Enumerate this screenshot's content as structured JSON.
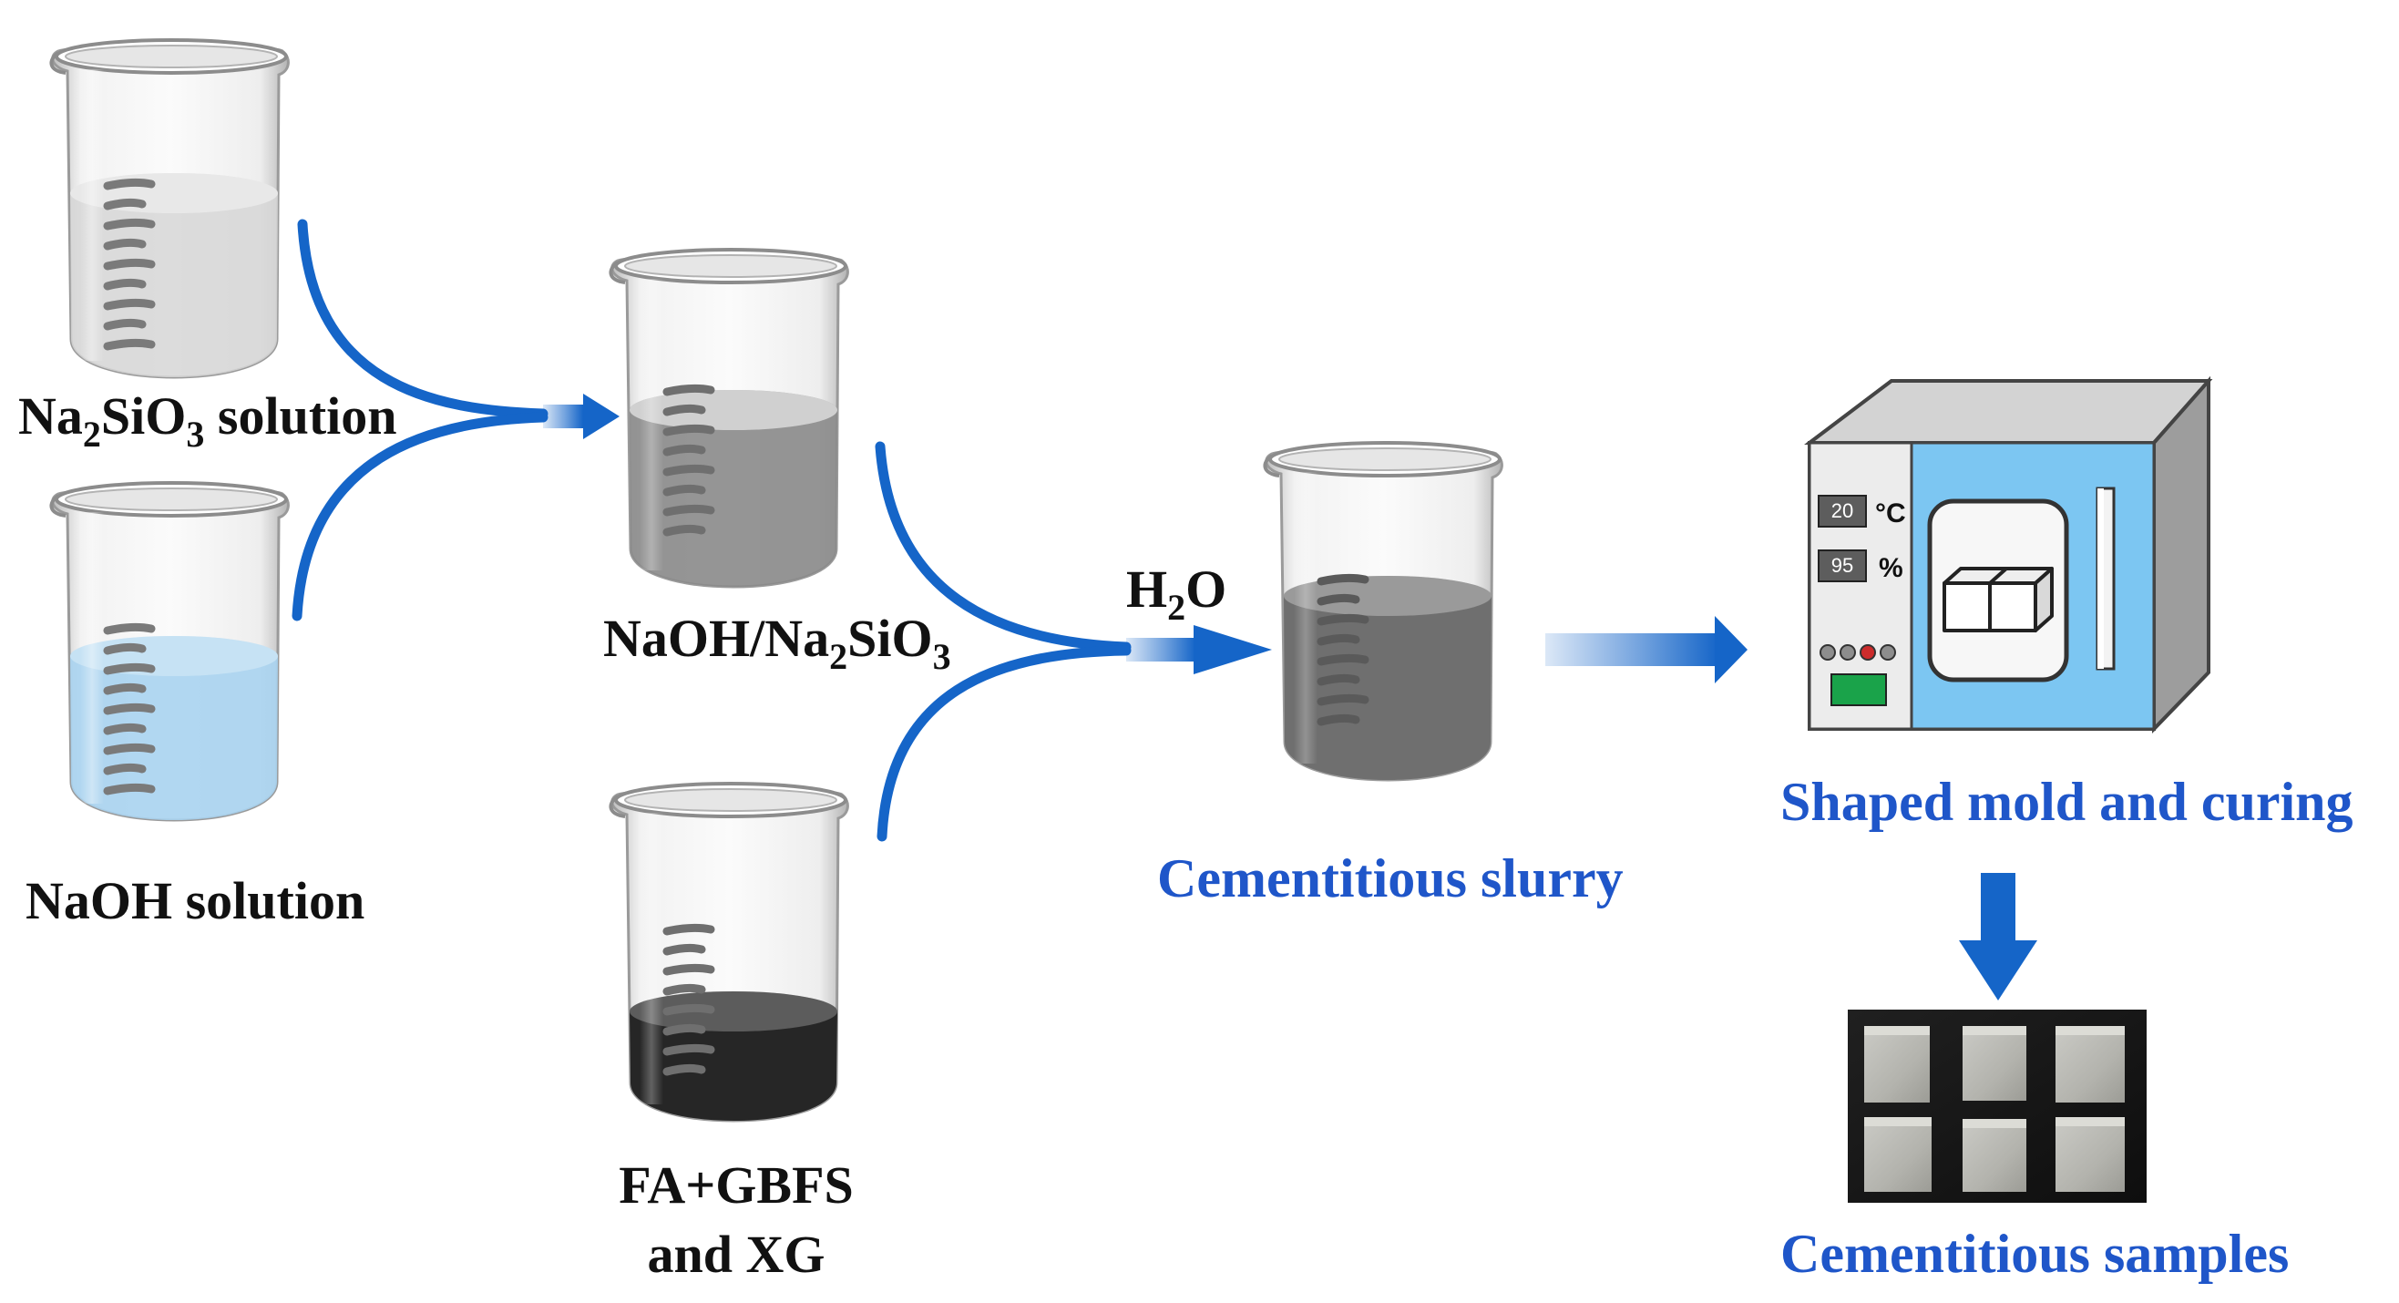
{
  "labels": {
    "na2sio3_pre": "Na",
    "na2sio3_sub1": "2",
    "na2sio3_mid": "SiO",
    "na2sio3_sub2": "3",
    "na2sio3_post": " solution",
    "naoh_solution": "NaOH solution",
    "mix_pre": "NaOH/Na",
    "mix_sub1": "2",
    "mix_mid": "SiO",
    "mix_sub2": "3",
    "fa_line1": "FA+GBFS",
    "fa_line2": "and XG",
    "h2o_pre": "H",
    "h2o_sub": "2",
    "h2o_post": "O",
    "cementitious_slurry": "Cementitious slurry",
    "shaped_mold": "Shaped mold and curing",
    "cementitious_samples": "Cementitious samples"
  },
  "chamber": {
    "temp_value": "20",
    "temp_unit": "°C",
    "humidity_value": "95",
    "humidity_unit": "%"
  },
  "liquids": {
    "na2sio3": "#d6d6d6",
    "naoh": "#a8d3ef",
    "mixed_solution": "#8a8a8a",
    "fa_gbfs_xg": "#262626",
    "slurry": "#6f6f6f"
  },
  "colors": {
    "arrow_blue": "#1565c8",
    "label_blue": "#1f56c9",
    "chamber_panel": "#7cc6f2",
    "chamber_indicator": "#1aa34a"
  },
  "icons": [
    "beaker-icon",
    "curing-chamber-icon",
    "cube-mold-icon",
    "sample-cubes-photo"
  ]
}
